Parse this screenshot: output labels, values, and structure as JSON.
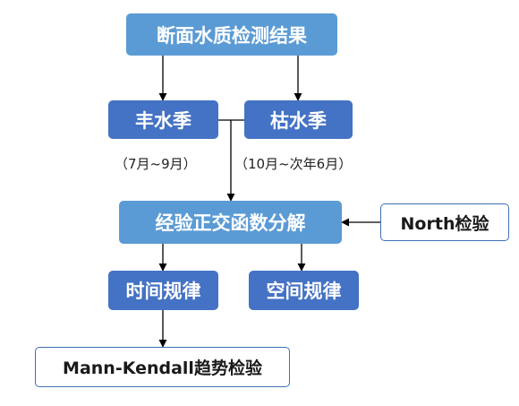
{
  "nodes": {
    "top": "断面水质检测结果",
    "wet": "丰水季",
    "dry": "枯水季",
    "eof": "经验正交函数分解",
    "north": "North检验",
    "temporal": "时间规律",
    "spatial": "空间规律",
    "mk": "Mann-Kendall趋势检验"
  },
  "notes": {
    "wet_period": "（7月~9月）",
    "dry_period": "（10月~次年6月）"
  },
  "colors": {
    "light_box": "#5b9bd5",
    "dark_box": "#4472c4",
    "outline_border": "#3f6fb6",
    "arrow": "#000000"
  }
}
